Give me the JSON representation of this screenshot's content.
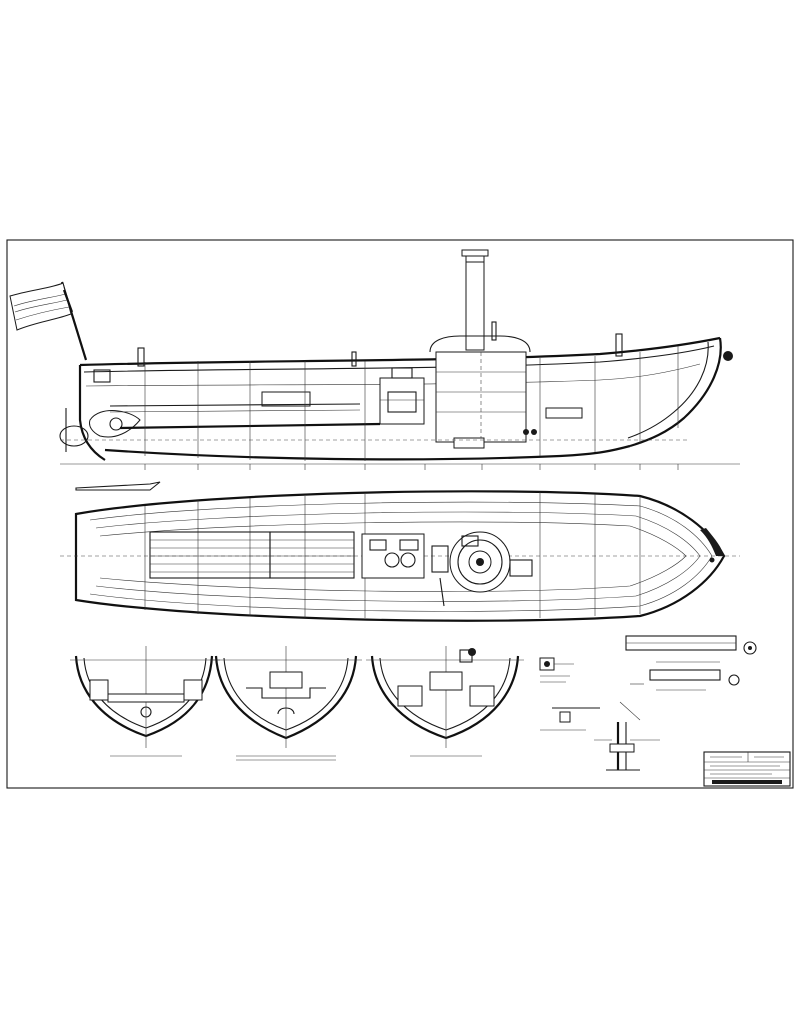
{
  "drawing": {
    "type": "ship-plan",
    "views": [
      "profile",
      "deck-plan",
      "cross-sections",
      "detail-drawings",
      "title-block"
    ],
    "frame_count": 12
  }
}
